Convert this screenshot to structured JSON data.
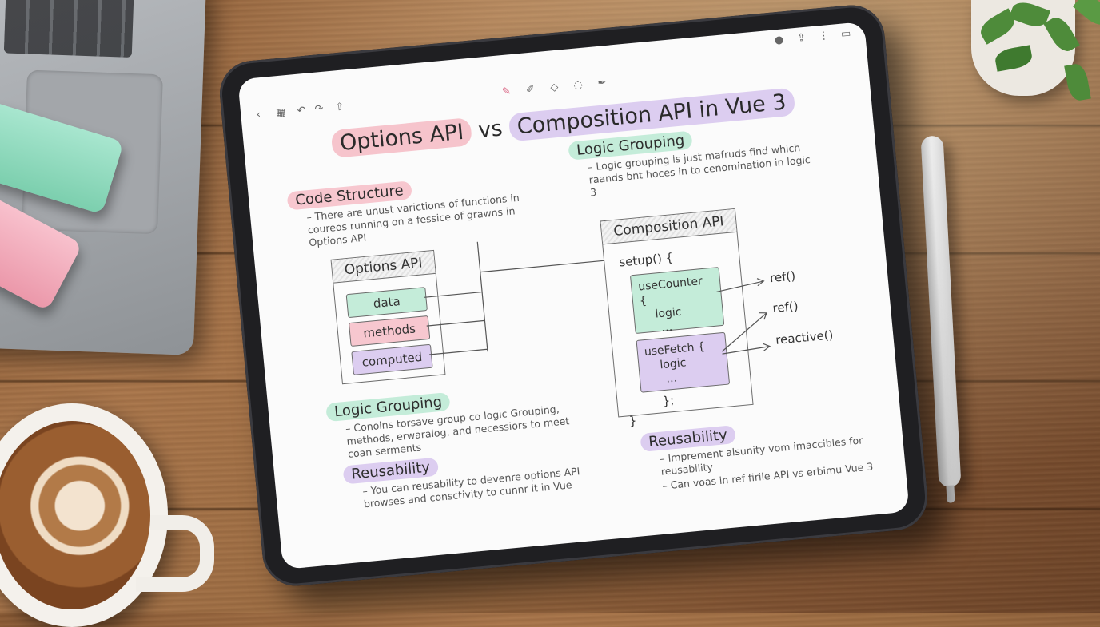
{
  "tablet": {
    "title_part1": "Options API",
    "title_mid": "vs",
    "title_part2": "Composition API in Vue 3",
    "code_structure": {
      "heading": "Code Structure",
      "note": "– There are unust varictions of functions in coureos running on a fessice of grawns in Options API"
    },
    "logic_grouping_top": {
      "heading": "Logic Grouping",
      "note": "– Logic grouping is just mafruds find which raands bnt hoces in to cenomination in logic 3"
    },
    "options_box": {
      "header": "Options API",
      "items": [
        "data",
        "methods",
        "computed"
      ]
    },
    "composition_box": {
      "header": "Composition API",
      "setup_open": "setup() {",
      "use_counter": [
        "useCounter {",
        "logic",
        "…"
      ],
      "use_fetch": [
        "useFetch {",
        "logic",
        "…"
      ],
      "inner_close": "};",
      "setup_close": "}",
      "arrows": [
        "ref()",
        "ref()",
        "reactive()"
      ]
    },
    "logic_grouping_bottom": {
      "heading": "Logic Grouping",
      "note": "– Conoins torsave group co logic Grouping, methods, erwaralog, and necessiors to meet coan serments"
    },
    "reusability_left": {
      "heading": "Reusability",
      "note": "– You can reusability to devenre options API browses and consctivity to cunnr it in Vue"
    },
    "reusability_right": {
      "heading": "Reusability",
      "note1": "– Imprement alsunity vom imaccibles for reusability",
      "note2": "– Can voas in ref firile API vs erbimu Vue 3"
    }
  },
  "colors": {
    "highlight_pink": "#f7c7cf",
    "highlight_mint": "#c4ecd9",
    "highlight_lavender": "#dccdf0",
    "active_tool": "#d75a7b"
  }
}
